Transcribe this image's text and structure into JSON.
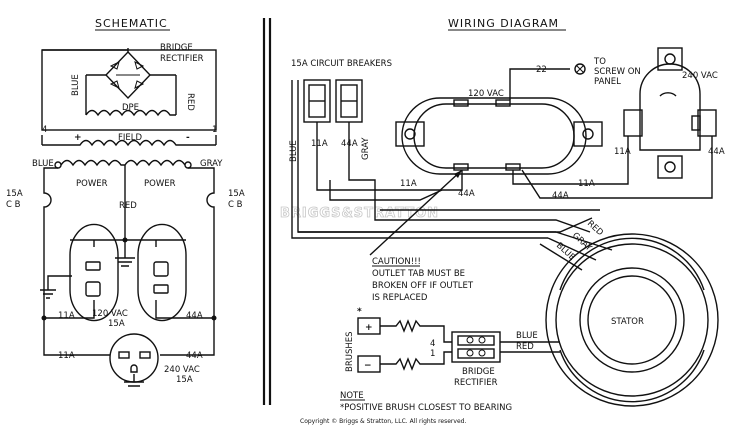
{
  "schematic": {
    "title": "SCHEMATIC",
    "bridge_rectifier": [
      "BRIDGE",
      "RECTIFIER"
    ],
    "blue": "BLUE",
    "red": "RED",
    "dpe": "DPE",
    "field": "FIELD",
    "plus": "+",
    "minus": "-",
    "wire_4": "4",
    "wire_1": "1",
    "blue_lead": "BLUE",
    "gray_lead": "GRAY",
    "power_left": "POWER",
    "power_right": "POWER",
    "red_center": "RED",
    "cb_left": [
      "15A",
      "C B"
    ],
    "cb_right": [
      "15A",
      "C B"
    ],
    "l_11a_1": "11A",
    "l_44a_1": "44A",
    "outlet_120": [
      "120 VAC",
      "15A"
    ],
    "l_11a_2": "11A",
    "l_44a_2": "44A",
    "outlet_240": [
      "240 VAC",
      "15A"
    ]
  },
  "wiring": {
    "title": "WIRING DIAGRAM",
    "circuit_breakers": "15A CIRCUIT BREAKERS",
    "wire_22": "22",
    "screw_note": [
      "TO",
      "SCREW ON",
      "PANEL"
    ],
    "vac_240": "240 VAC",
    "vac_120": "120 VAC",
    "blue": "BLUE",
    "gray": "GRAY",
    "cb_11a": "11A",
    "cb_44a": "44A",
    "r_11a": "11A",
    "r_44a": "44A",
    "h_11a_left": "11A",
    "h_44a": "44A",
    "h_11a_right": "11A",
    "h_44a_lower": "44A",
    "red": "RED",
    "gray_diag": "GRAY",
    "blue_diag": "BLUE",
    "caution": [
      "CAUTION!!!",
      "OUTLET TAB MUST BE",
      "BROKEN OFF IF OUTLET",
      "IS REPLACED"
    ],
    "stator": "STATOR",
    "star": "*",
    "brushes": "BRUSHES",
    "plus": "+",
    "minus": "−",
    "b_4": "4",
    "b_1": "1",
    "b_blue": "BLUE",
    "b_red": "RED",
    "bridge_rectifier": [
      "BRIDGE",
      "RECTIFIER"
    ],
    "note_head": "NOTE",
    "note_text": "*POSITIVE BRUSH CLOSEST TO BEARING",
    "watermark": "BRIGGS&STRATTON"
  },
  "footer": {
    "copyright": "Copyright © Briggs & Stratton, LLC. All rights reserved."
  }
}
